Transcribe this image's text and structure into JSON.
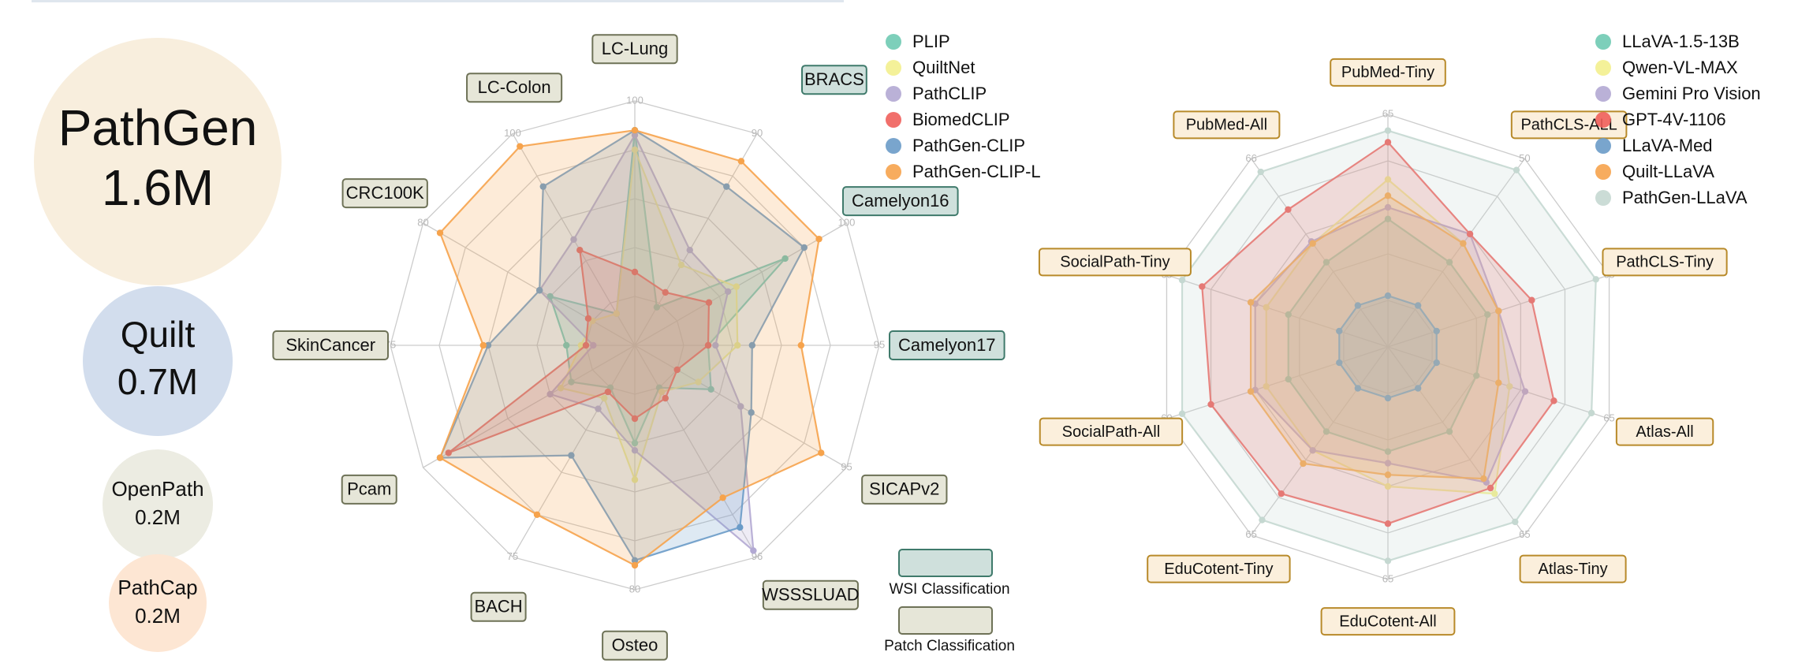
{
  "colors": {
    "PLIP": "#6fcab3",
    "QuiltNet": "#f3f08e",
    "PathCLIP": "#b2a9d3",
    "BiomedCLIP": "#ef5f5b",
    "PathGen-CLIP": "#6a9bc8",
    "PathGen-CLIP-L": "#f6a34c",
    "LLaVA-1.5-13B": "#6fcab3",
    "Qwen-VL-MAX": "#f3f08e",
    "Gemini Pro Vision": "#b2a9d3",
    "GPT-4V-1106": "#ef5f5b",
    "LLaVA-Med": "#6a9bc8",
    "Quilt-LLaVA": "#f6a34c",
    "PathGen-LLaVA": "#c5d8d1",
    "wsi_box_fill": "#cfe0dc",
    "wsi_box_stroke": "#3f7a6b",
    "patch_box_fill": "#e6e6d8",
    "patch_box_stroke": "#6e7257",
    "llm_box_fill": "#fbefdc",
    "llm_box_stroke": "#b88a2a"
  },
  "datasets": [
    {
      "name": "PathGen",
      "size": "1.6M",
      "color": "#f8eedd"
    },
    {
      "name": "Quilt",
      "size": "0.7M",
      "color": "#d2dded"
    },
    {
      "name": "OpenPath",
      "size": "0.2M",
      "color": "#ecece2"
    },
    {
      "name": "PathCap",
      "size": "0.2M",
      "color": "#fde6d3"
    }
  ],
  "legend_box": {
    "wsi": "WSI Classification",
    "patch": "Patch Classification"
  },
  "chart_data": [
    {
      "type": "radar",
      "categories": [
        "LC-Lung",
        "BRACS",
        "Camelyon16",
        "Camelyon17",
        "SICAPv2",
        "WSSSLUAD",
        "Osteo",
        "BACH",
        "Pcam",
        "SkinCancer",
        "CRC100K",
        "LC-Colon"
      ],
      "category_groups": [
        "patch",
        "wsi",
        "wsi",
        "wsi",
        "patch",
        "patch",
        "patch",
        "patch",
        "patch",
        "patch",
        "patch",
        "patch"
      ],
      "axis_max_labels": [
        "100",
        "90",
        "100",
        "95",
        "95",
        "96",
        "80",
        "75",
        "",
        "75",
        "80",
        "100"
      ],
      "legend_position": "top-right",
      "series": [
        {
          "name": "PLIP",
          "values": [
            0.88,
            0.18,
            0.71,
            0.3,
            0.36,
            0.2,
            0.4,
            0.2,
            0.3,
            0.28,
            0.4,
            0.15
          ]
        },
        {
          "name": "QuiltNet",
          "values": [
            0.8,
            0.38,
            0.48,
            0.42,
            0.3,
            0.22,
            0.55,
            0.25,
            0.35,
            0.22,
            0.2,
            0.15
          ]
        },
        {
          "name": "PathCLIP",
          "values": [
            0.86,
            0.45,
            0.44,
            0.33,
            0.5,
            0.97,
            0.43,
            0.3,
            0.4,
            0.17,
            0.45,
            0.5
          ]
        },
        {
          "name": "BiomedCLIP",
          "values": [
            0.3,
            0.25,
            0.35,
            0.3,
            0.2,
            0.25,
            0.3,
            0.22,
            0.88,
            0.2,
            0.22,
            0.45
          ]
        },
        {
          "name": "PathGen-CLIP",
          "values": [
            0.88,
            0.75,
            0.8,
            0.48,
            0.55,
            0.86,
            0.88,
            0.52,
            0.92,
            0.6,
            0.45,
            0.75
          ]
        },
        {
          "name": "PathGen-CLIP-L",
          "values": [
            0.88,
            0.87,
            0.87,
            0.68,
            0.88,
            0.72,
            0.9,
            0.8,
            0.92,
            0.62,
            0.92,
            0.94
          ]
        }
      ]
    },
    {
      "type": "radar",
      "categories": [
        "PubMed-Tiny",
        "PathCLS-ALL",
        "PathCLS-Tiny",
        "Atlas-All",
        "Atlas-Tiny",
        "EduCotent-All",
        "EduCotent-Tiny",
        "SocialPath-All",
        "SocialPath-Tiny",
        "PubMed-All"
      ],
      "axis_max_labels": [
        "65",
        "50",
        "65",
        "65",
        "65",
        "65",
        "65",
        "60",
        "65",
        "66"
      ],
      "legend_position": "top-right",
      "series": [
        {
          "name": "LLaVA-1.5-13B",
          "values": [
            0.55,
            0.45,
            0.45,
            0.4,
            0.45,
            0.45,
            0.45,
            0.45,
            0.45,
            0.45
          ]
        },
        {
          "name": "Qwen-VL-MAX",
          "values": [
            0.72,
            0.55,
            0.5,
            0.55,
            0.78,
            0.6,
            0.55,
            0.55,
            0.55,
            0.55
          ]
        },
        {
          "name": "Gemini Pro Vision",
          "values": [
            0.6,
            0.6,
            0.5,
            0.62,
            0.72,
            0.5,
            0.55,
            0.6,
            0.6,
            0.56
          ]
        },
        {
          "name": "GPT-4V-1106",
          "values": [
            0.88,
            0.6,
            0.65,
            0.75,
            0.75,
            0.76,
            0.78,
            0.8,
            0.84,
            0.73
          ]
        },
        {
          "name": "LLaVA-Med",
          "values": [
            0.22,
            0.22,
            0.22,
            0.22,
            0.22,
            0.22,
            0.22,
            0.22,
            0.22,
            0.22
          ]
        },
        {
          "name": "Quilt-LLaVA",
          "values": [
            0.65,
            0.55,
            0.5,
            0.5,
            0.7,
            0.55,
            0.62,
            0.62,
            0.62,
            0.55
          ]
        },
        {
          "name": "PathGen-LLaVA",
          "values": [
            0.93,
            0.94,
            0.94,
            0.92,
            0.93,
            0.92,
            0.92,
            0.93,
            0.93,
            0.93
          ]
        }
      ]
    }
  ]
}
